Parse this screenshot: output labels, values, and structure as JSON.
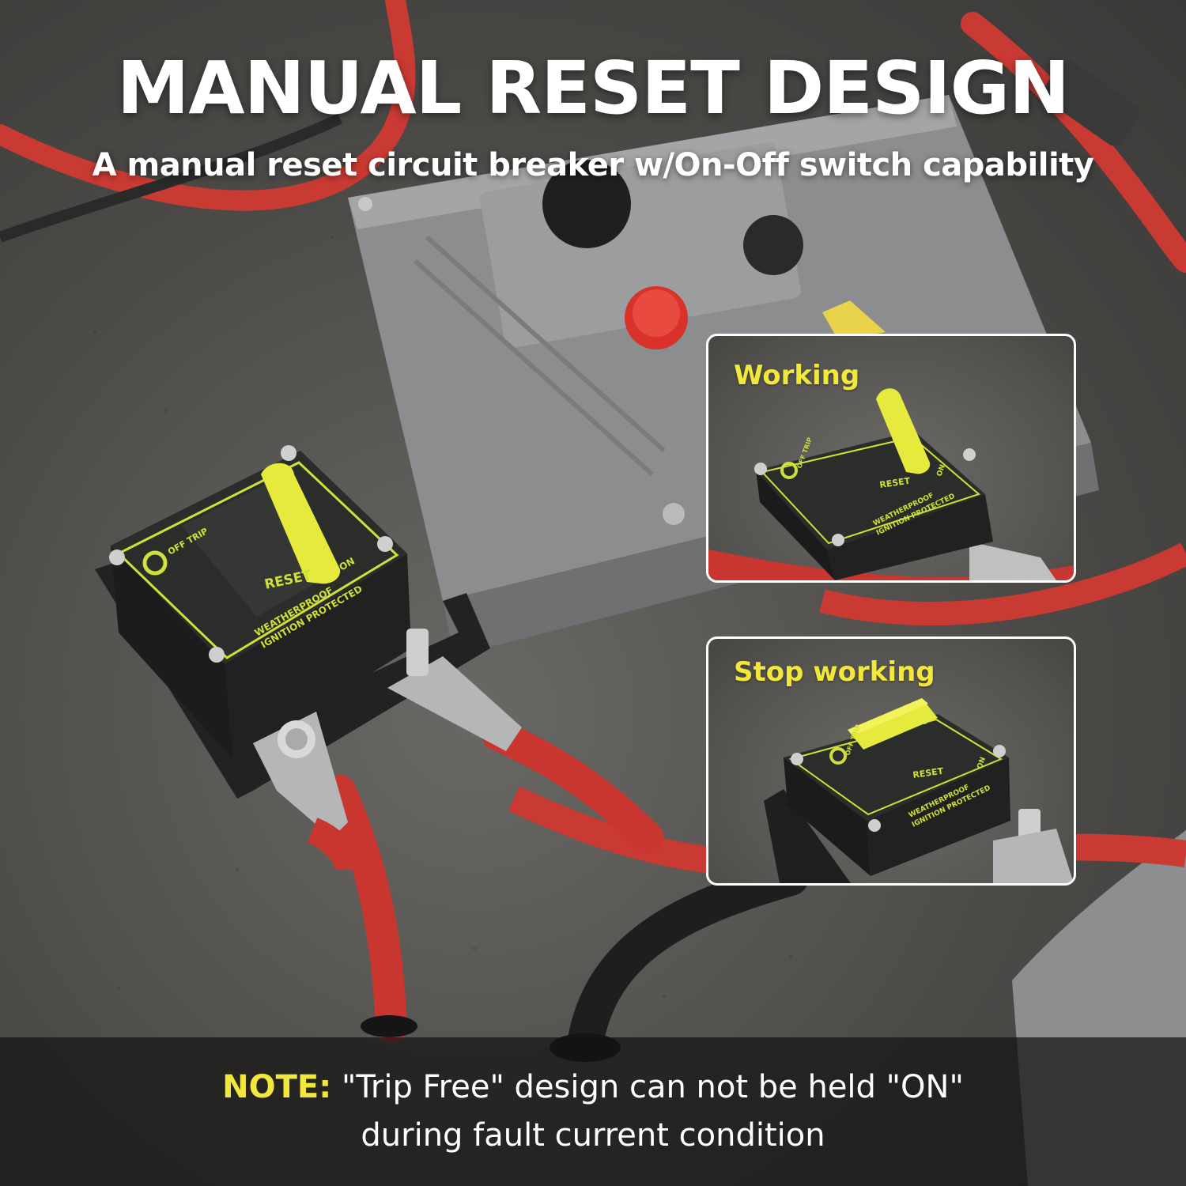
{
  "headline": "MANUAL RESET DESIGN",
  "subheadline": "A manual reset circuit breaker w/On-Off switch capability",
  "breaker_markings": {
    "off_trip": "OFF TRIP",
    "reset": "RESET",
    "on": "ON",
    "weatherproof": "WEATHERPROOF",
    "ignition": "IGNITION PROTECTED"
  },
  "insets": [
    {
      "label": "Working"
    },
    {
      "label": "Stop working"
    }
  ],
  "note": {
    "prefix": "NOTE:",
    "line1": "\"Trip Free\" design can not be held \"ON\"",
    "line2": "during fault current condition"
  },
  "colors": {
    "accent_yellow": "#f2e83b",
    "cable_red": "#d83a32",
    "housing_black": "#2b2d2b"
  }
}
